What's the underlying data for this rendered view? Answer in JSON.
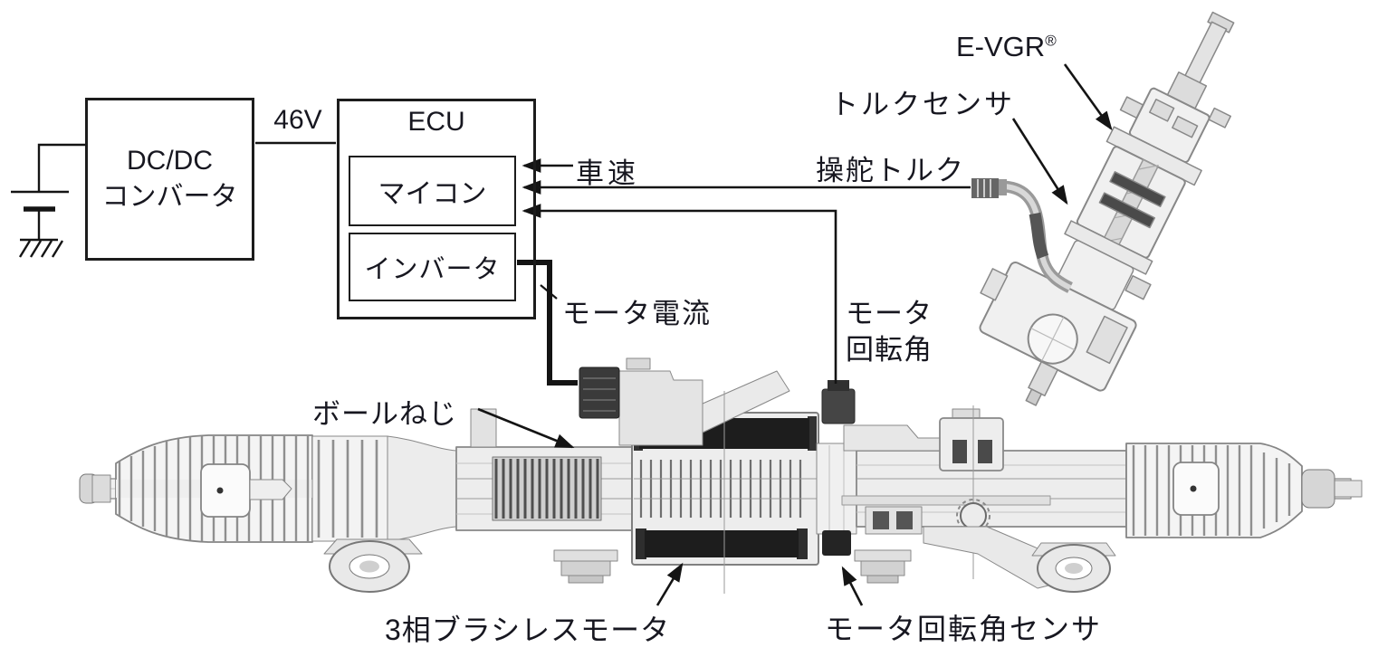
{
  "blocks": {
    "dcdc_line1": "DC/DC",
    "dcdc_line2": "コンバータ",
    "ecu_title": "ECU",
    "micon": "マイコン",
    "inverter": "インバータ"
  },
  "labels": {
    "voltage": "46V",
    "vehicle_speed": "車速",
    "steering_torque": "操舵トルク",
    "motor_current": "モータ電流",
    "motor_rotation_angle_line1": "モータ",
    "motor_rotation_angle_line2": "回転角",
    "evgr": "E-VGR",
    "registered_mark": "®",
    "torque_sensor": "トルクセンサ",
    "ball_screw": "ボールねじ",
    "three_phase_brushless_motor": "3相ブラシレスモータ",
    "motor_rotation_angle_sensor": "モータ回転角センサ"
  },
  "colors": {
    "ink": "#171720",
    "wire": "#141414",
    "drawing_stroke": "#8a8a8a",
    "dark_fill": "#1d1d1d",
    "background": "#ffffff"
  }
}
